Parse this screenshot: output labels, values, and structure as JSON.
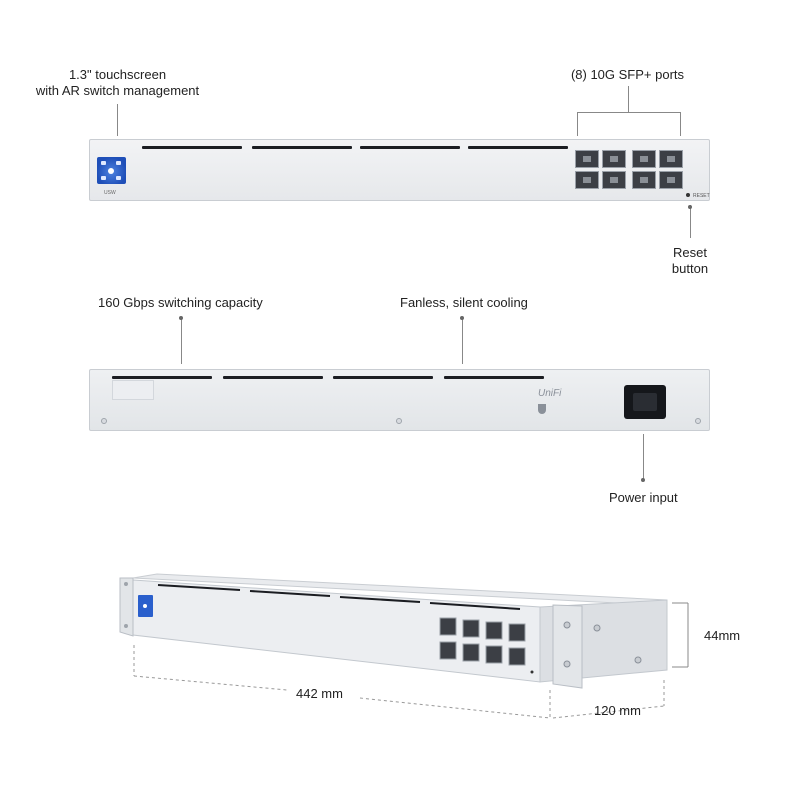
{
  "callouts": {
    "touchscreen_line1": "1.3\" touchscreen",
    "touchscreen_line2": "with AR switch management",
    "sfp_ports": "(8) 10G SFP+ ports",
    "reset_line1": "Reset",
    "reset_line2": "button",
    "switching": "160 Gbps switching capacity",
    "cooling": "Fanless, silent cooling",
    "power": "Power input"
  },
  "dimensions": {
    "width": "442 mm",
    "depth": "120 mm",
    "height": "44mm"
  },
  "device": {
    "brand": "UniFi",
    "screen_label": "USW",
    "reset_label": "RESET"
  },
  "colors": {
    "chassis": "#e6e8eb",
    "screen": "#2a5fcc",
    "port": "#3c3f45",
    "vent": "#1b1d22"
  }
}
